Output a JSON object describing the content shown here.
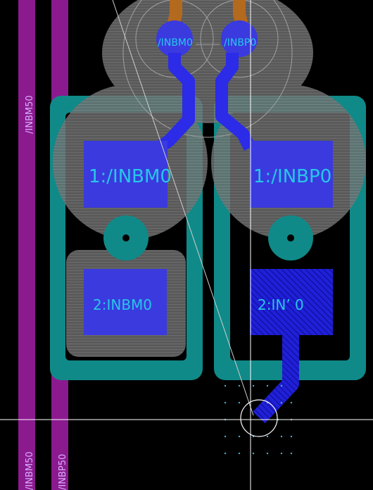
{
  "app": {
    "view": "PCB layout editor canvas"
  },
  "colors": {
    "background": "#000000",
    "track_purple": "#8b1a8f",
    "courtyard_teal": "#0f8a88",
    "pad_blue": "#3a3adf",
    "pad_label_cyan": "#27c7e8",
    "trace_blue": "#2b2be8",
    "copper_bottom": "#b36a1f",
    "zone_gray": "#8a8a8a",
    "crosshair": "#ffffff",
    "grid_dot": "#4aa7c9"
  },
  "tracks": {
    "left_label_top": "/INBM50",
    "left_label_bottom": "/INBM50",
    "right_label_bottom": "/INBP50"
  },
  "pads": {
    "pad1_left": "1:/INBM0",
    "pad1_right": "1:/INBP0",
    "pad2_left": "2:INBM0",
    "pad2_right": "2:IN’  0"
  },
  "vias": {
    "via_left": "/INBM0",
    "via_right": "/INBP0"
  },
  "cursor": {
    "icon": "crosshair-cursor-icon"
  }
}
